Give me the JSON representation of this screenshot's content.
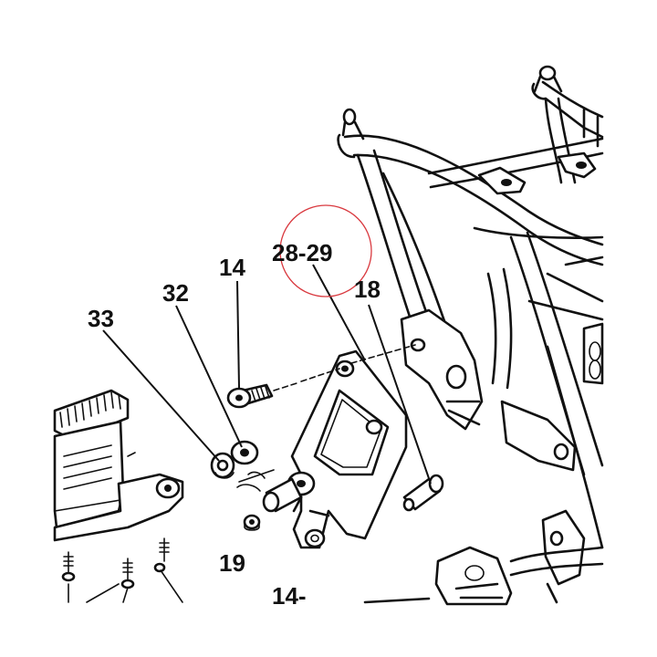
{
  "colors": {
    "line": "#111111",
    "background": "#ffffff",
    "highlight_circle": "#d9393f"
  },
  "callouts": [
    {
      "id": "label-28-29",
      "text": "28-29"
    },
    {
      "id": "label-14",
      "text": "14"
    },
    {
      "id": "label-32",
      "text": "32"
    },
    {
      "id": "label-33",
      "text": "33"
    },
    {
      "id": "label-18",
      "text": "18"
    },
    {
      "id": "label-19",
      "text": "19"
    },
    {
      "id": "label-14-bottom",
      "text": "14-"
    }
  ]
}
